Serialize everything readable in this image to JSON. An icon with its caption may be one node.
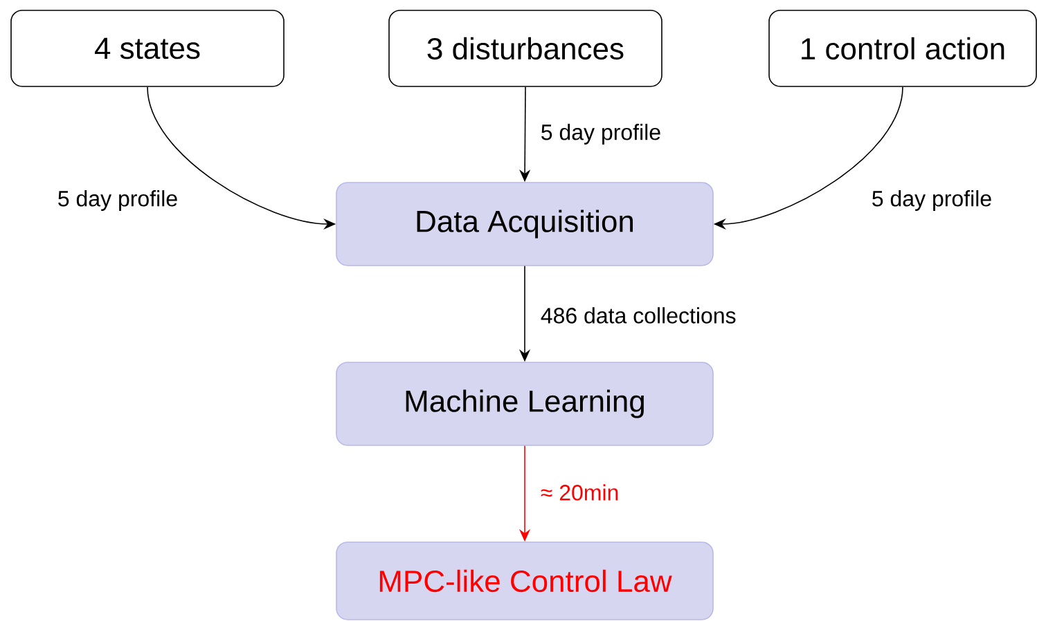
{
  "diagram": {
    "nodes": [
      {
        "text": [
          "4 states"
        ]
      },
      {
        "text": [
          "3 disturbances"
        ]
      },
      {
        "text": [
          "1 control action"
        ]
      },
      {
        "text": [
          "Data Acquisition"
        ]
      },
      {
        "text": [
          "Machine Learning"
        ]
      },
      {
        "text": [
          "MPC-like Control Law"
        ]
      }
    ],
    "edges": [
      {
        "from": 0,
        "to": 3,
        "arrow": "to",
        "label": "5 day profile"
      },
      {
        "from": 1,
        "to": 3,
        "arrow": "to",
        "label": "5 day profile"
      },
      {
        "from": 2,
        "to": 3,
        "arrow": "to",
        "label": "5 day profile"
      },
      {
        "from": 3,
        "to": 4,
        "arrow": "to",
        "label": "486 data collections"
      },
      {
        "from": 4,
        "to": 5,
        "arrow": "to",
        "label": "≈ 20min",
        "color": "#ff0000"
      }
    ]
  }
}
